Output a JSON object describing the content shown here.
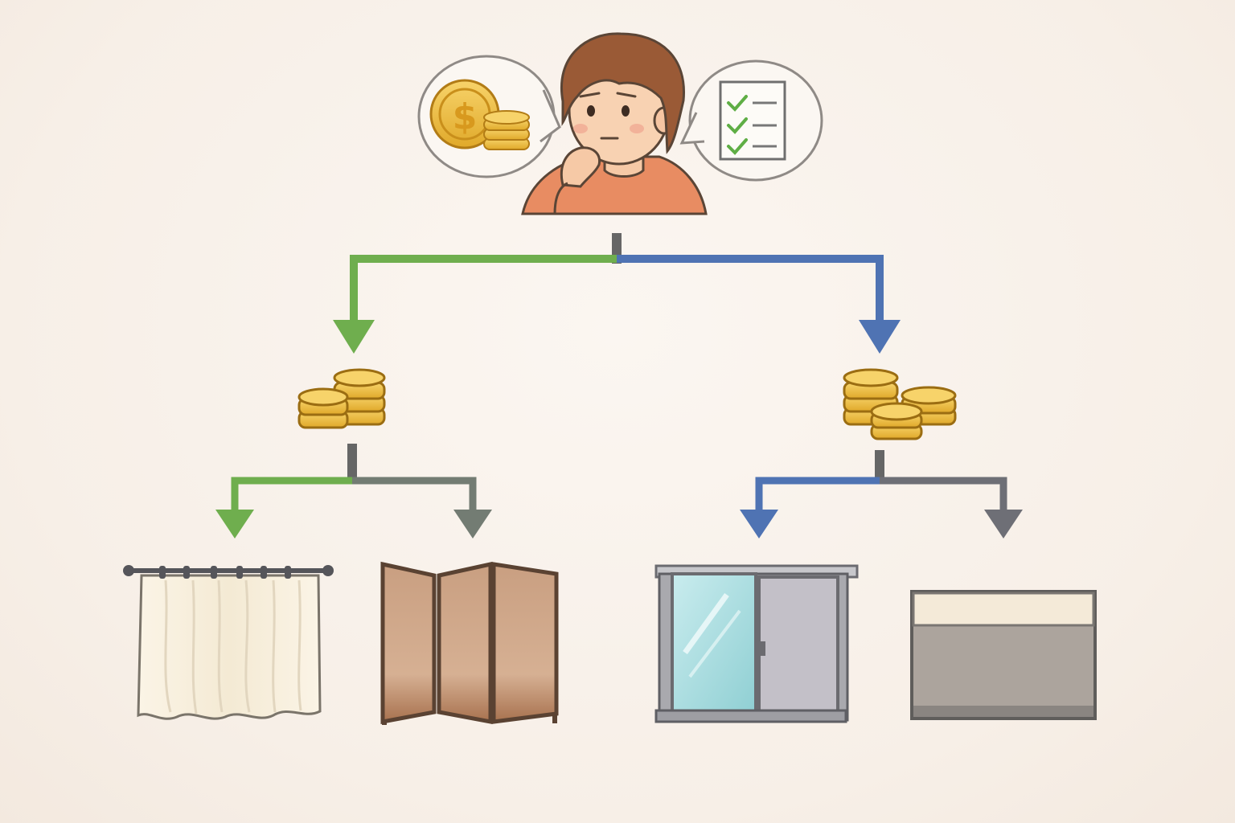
{
  "diagram": {
    "root": {
      "icons": [
        "person-thinking-icon",
        "coins-thought-bubble-icon",
        "checklist-thought-bubble-icon"
      ]
    },
    "branches": [
      {
        "name": "low-cost-branch",
        "color": "#6fae4e",
        "cost_icon": "small-coin-stack-icon",
        "options": [
          {
            "name": "curtain",
            "icon": "curtain-icon",
            "arrow_color": "#6fae4e"
          },
          {
            "name": "folding-screen",
            "icon": "folding-screen-icon",
            "arrow_color": "#737c73"
          }
        ]
      },
      {
        "name": "high-cost-branch",
        "color": "#4f73b3",
        "cost_icon": "large-coin-stack-icon",
        "options": [
          {
            "name": "sliding-door",
            "icon": "sliding-door-icon",
            "arrow_color": "#4f73b3"
          },
          {
            "name": "partition-wall",
            "icon": "partition-wall-icon",
            "arrow_color": "#6e6f76"
          }
        ]
      }
    ]
  }
}
